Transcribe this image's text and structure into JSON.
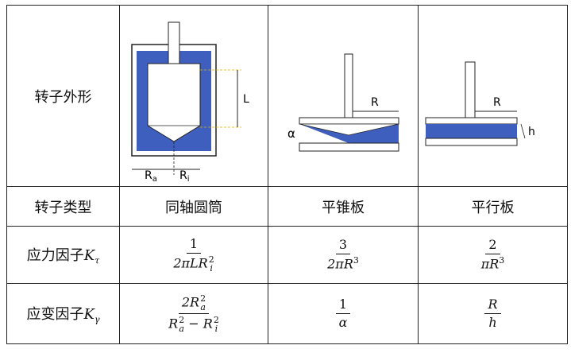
{
  "rows": {
    "rotor_shape": "转子外形",
    "rotor_type": "转子类型",
    "stress_factor": "应力因子",
    "strain_factor": "应变因子"
  },
  "types": {
    "coaxial": "同轴圆筒",
    "cone_plate": "平锥板",
    "parallel_plate": "平行板"
  },
  "symbols": {
    "K": "K",
    "tau": "τ",
    "gamma": "γ"
  },
  "diagram_labels": {
    "L": "L",
    "Ra": "R",
    "Ra_sub": "a",
    "Ri": "R",
    "Ri_sub": "i",
    "alpha": "α",
    "R_cone": "R",
    "R_parallel": "R",
    "h": "h"
  },
  "formulas": {
    "stress": {
      "coaxial": {
        "num": "1",
        "den_prefix": "2πLR",
        "den_sub": "i",
        "den_sup": "2"
      },
      "cone_plate": {
        "num": "3",
        "den": "2πR",
        "den_sup": "3"
      },
      "parallel_plate": {
        "num": "2",
        "den": "πR",
        "den_sup": "3"
      }
    },
    "strain": {
      "coaxial": {
        "num": "2R",
        "num_sup": "2",
        "num_sub": "a",
        "den_a": "R",
        "den_a_sup": "2",
        "den_a_sub": "a",
        "minus": "−",
        "den_b": "R",
        "den_b_sup": "2",
        "den_b_sub": "i"
      },
      "cone_plate": {
        "num": "1",
        "den": "α"
      },
      "parallel_plate": {
        "num": "R",
        "den": "h"
      }
    }
  },
  "colors": {
    "fluid": "#3f5fbf",
    "border": "#222222",
    "dim_line": "#e0b400"
  }
}
